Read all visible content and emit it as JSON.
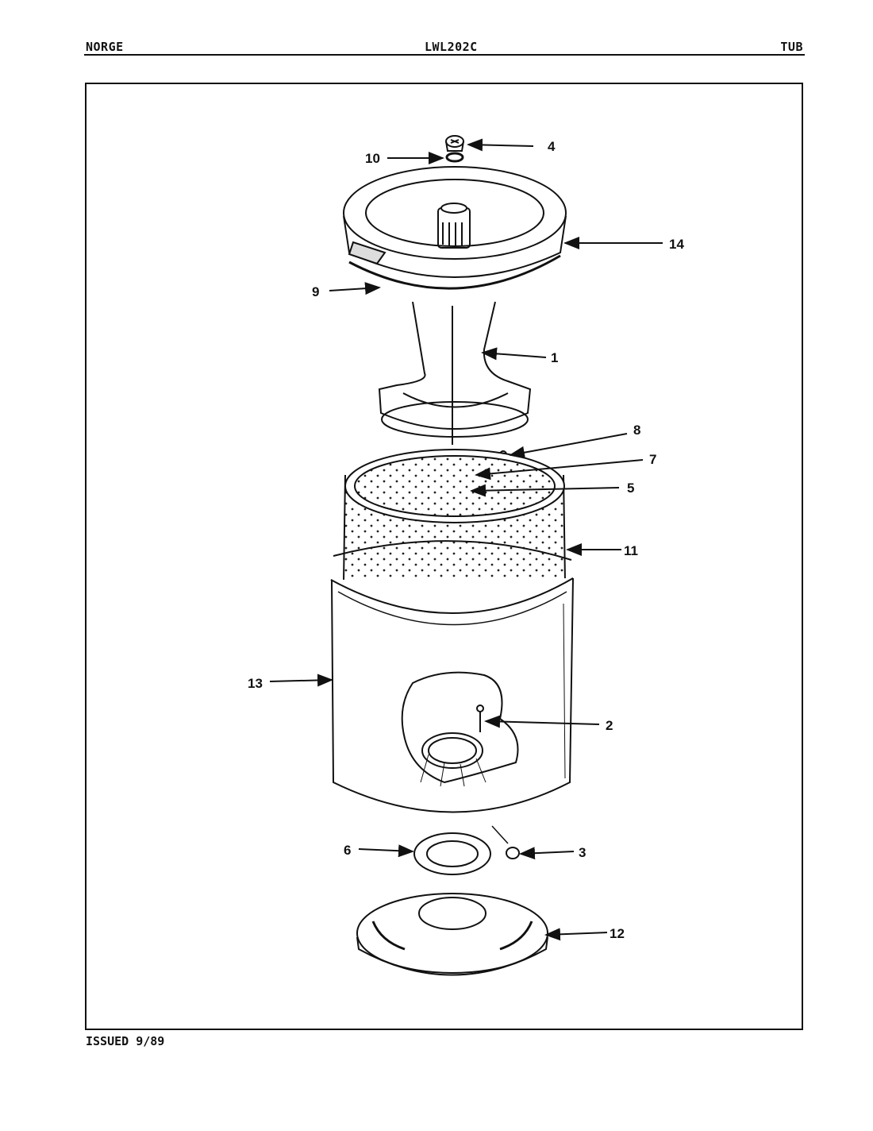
{
  "header": {
    "brand": "NORGE",
    "model": "LWL202C",
    "section": "TUB"
  },
  "footer": {
    "issued": "ISSUED 9/89"
  },
  "callouts": [
    {
      "id": "callout-4",
      "label": "4"
    },
    {
      "id": "callout-10",
      "label": "10"
    },
    {
      "id": "callout-14",
      "label": "14"
    },
    {
      "id": "callout-9",
      "label": "9"
    },
    {
      "id": "callout-1",
      "label": "1"
    },
    {
      "id": "callout-8",
      "label": "8"
    },
    {
      "id": "callout-7",
      "label": "7"
    },
    {
      "id": "callout-5",
      "label": "5"
    },
    {
      "id": "callout-11",
      "label": "11"
    },
    {
      "id": "callout-13",
      "label": "13"
    },
    {
      "id": "callout-2",
      "label": "2"
    },
    {
      "id": "callout-6",
      "label": "6"
    },
    {
      "id": "callout-3",
      "label": "3"
    },
    {
      "id": "callout-12",
      "label": "12"
    }
  ]
}
